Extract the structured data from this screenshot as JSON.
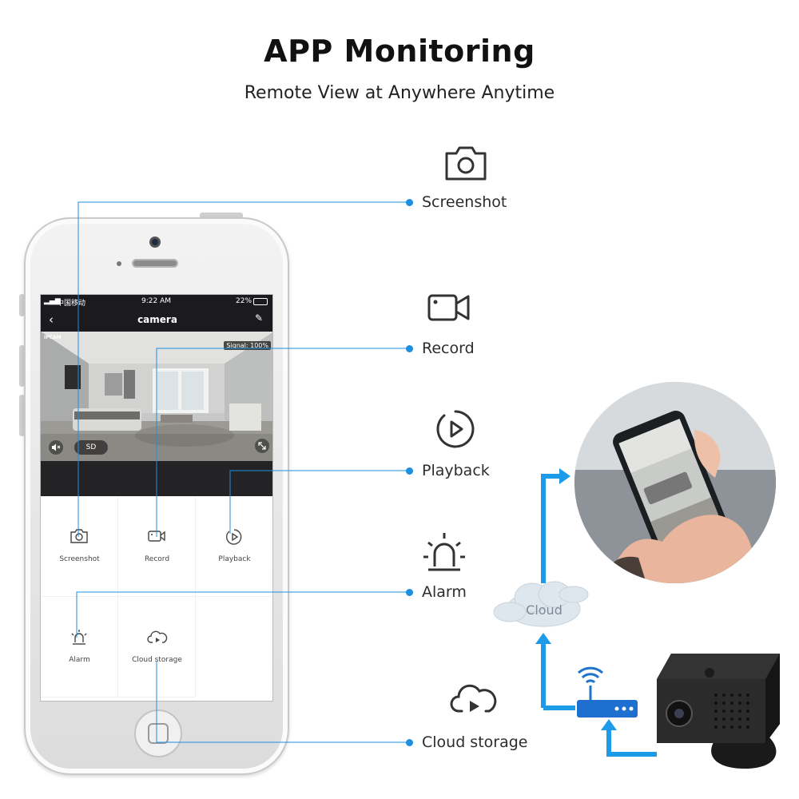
{
  "header": {
    "title": "APP Monitoring",
    "subtitle": "Remote View at Anywhere Anytime"
  },
  "phone": {
    "status": {
      "carrier": "中国移动",
      "time": "9:22 AM",
      "battery": "22%"
    },
    "nav_title": "camera",
    "video": {
      "label": "IPCAM",
      "signal": "Signal: 100%",
      "quality": "SD"
    },
    "buttons": [
      {
        "label": "Screenshot",
        "icon": "camera-icon"
      },
      {
        "label": "Record",
        "icon": "video-icon"
      },
      {
        "label": "Playback",
        "icon": "playback-icon"
      },
      {
        "label": "Alarm",
        "icon": "alarm-icon"
      },
      {
        "label": "Cloud storage",
        "icon": "cloud-play-icon"
      }
    ]
  },
  "features": [
    {
      "label": "Screenshot",
      "icon": "camera-icon"
    },
    {
      "label": "Record",
      "icon": "video-icon"
    },
    {
      "label": "Playback",
      "icon": "playback-icon"
    },
    {
      "label": "Alarm",
      "icon": "alarm-icon"
    },
    {
      "label": "Cloud storage",
      "icon": "cloud-play-icon"
    }
  ],
  "diagram": {
    "cloud_label": "Cloud"
  },
  "colors": {
    "accent": "#1d8fe0",
    "arrow": "#1e9be8",
    "text": "#2d2d2d"
  }
}
